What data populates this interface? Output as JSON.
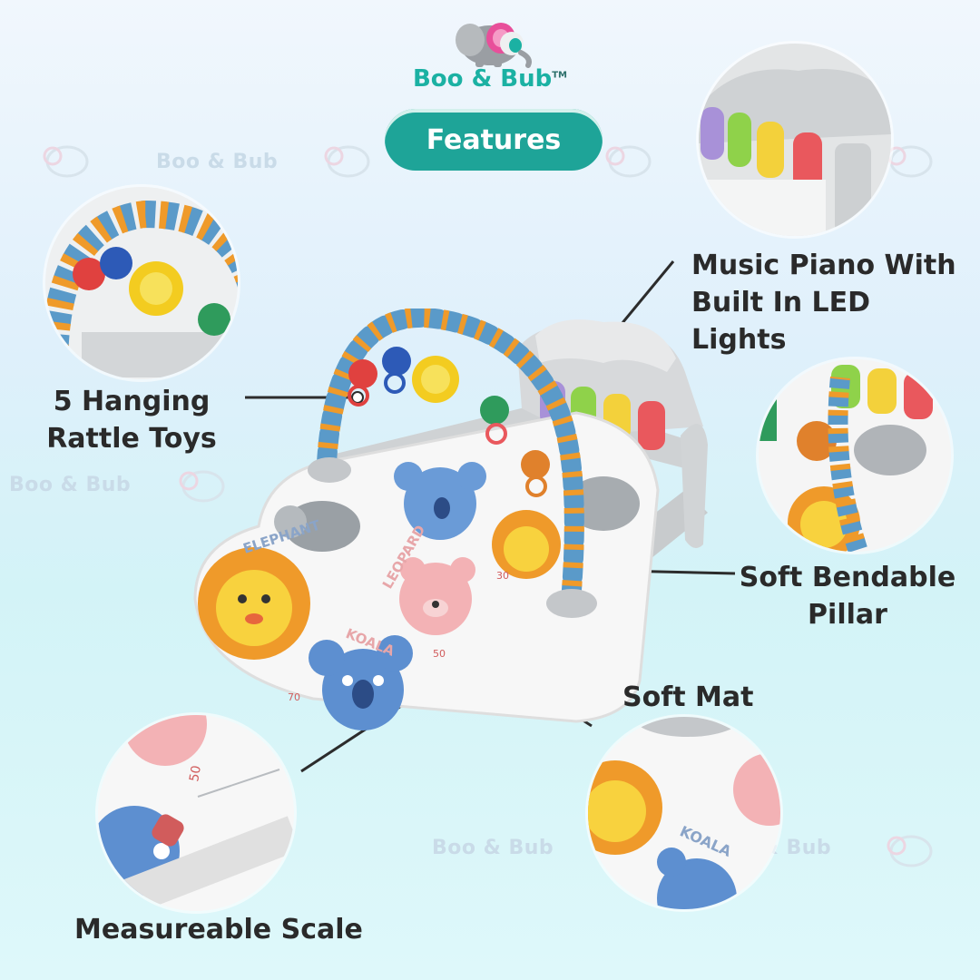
{
  "brand": {
    "name": "Boo & Bub",
    "trademark": "TM"
  },
  "header": {
    "features_label": "Features"
  },
  "watermark": {
    "text": "Boo & Bub"
  },
  "callouts": {
    "piano": [
      "Music Piano With",
      "Built In LED Lights"
    ],
    "rattle": [
      "5 Hanging",
      "Rattle Toys"
    ],
    "pillar": [
      "Soft Bendable",
      "Pillar"
    ],
    "mat": "Soft Mat",
    "scale": "Measureable Scale"
  },
  "mat_prints": {
    "elephant": "ELEPHANT",
    "leopard": "LEOPARD",
    "koala": "KOALA",
    "koala_small": "KOALA"
  },
  "scale_marks": [
    "30",
    "50",
    "70"
  ],
  "colors": {
    "teal_accent": "#1ea498",
    "brand_teal": "#1bb1a3",
    "label_text": "#2a2a2a",
    "line": "#2c2c2c"
  }
}
